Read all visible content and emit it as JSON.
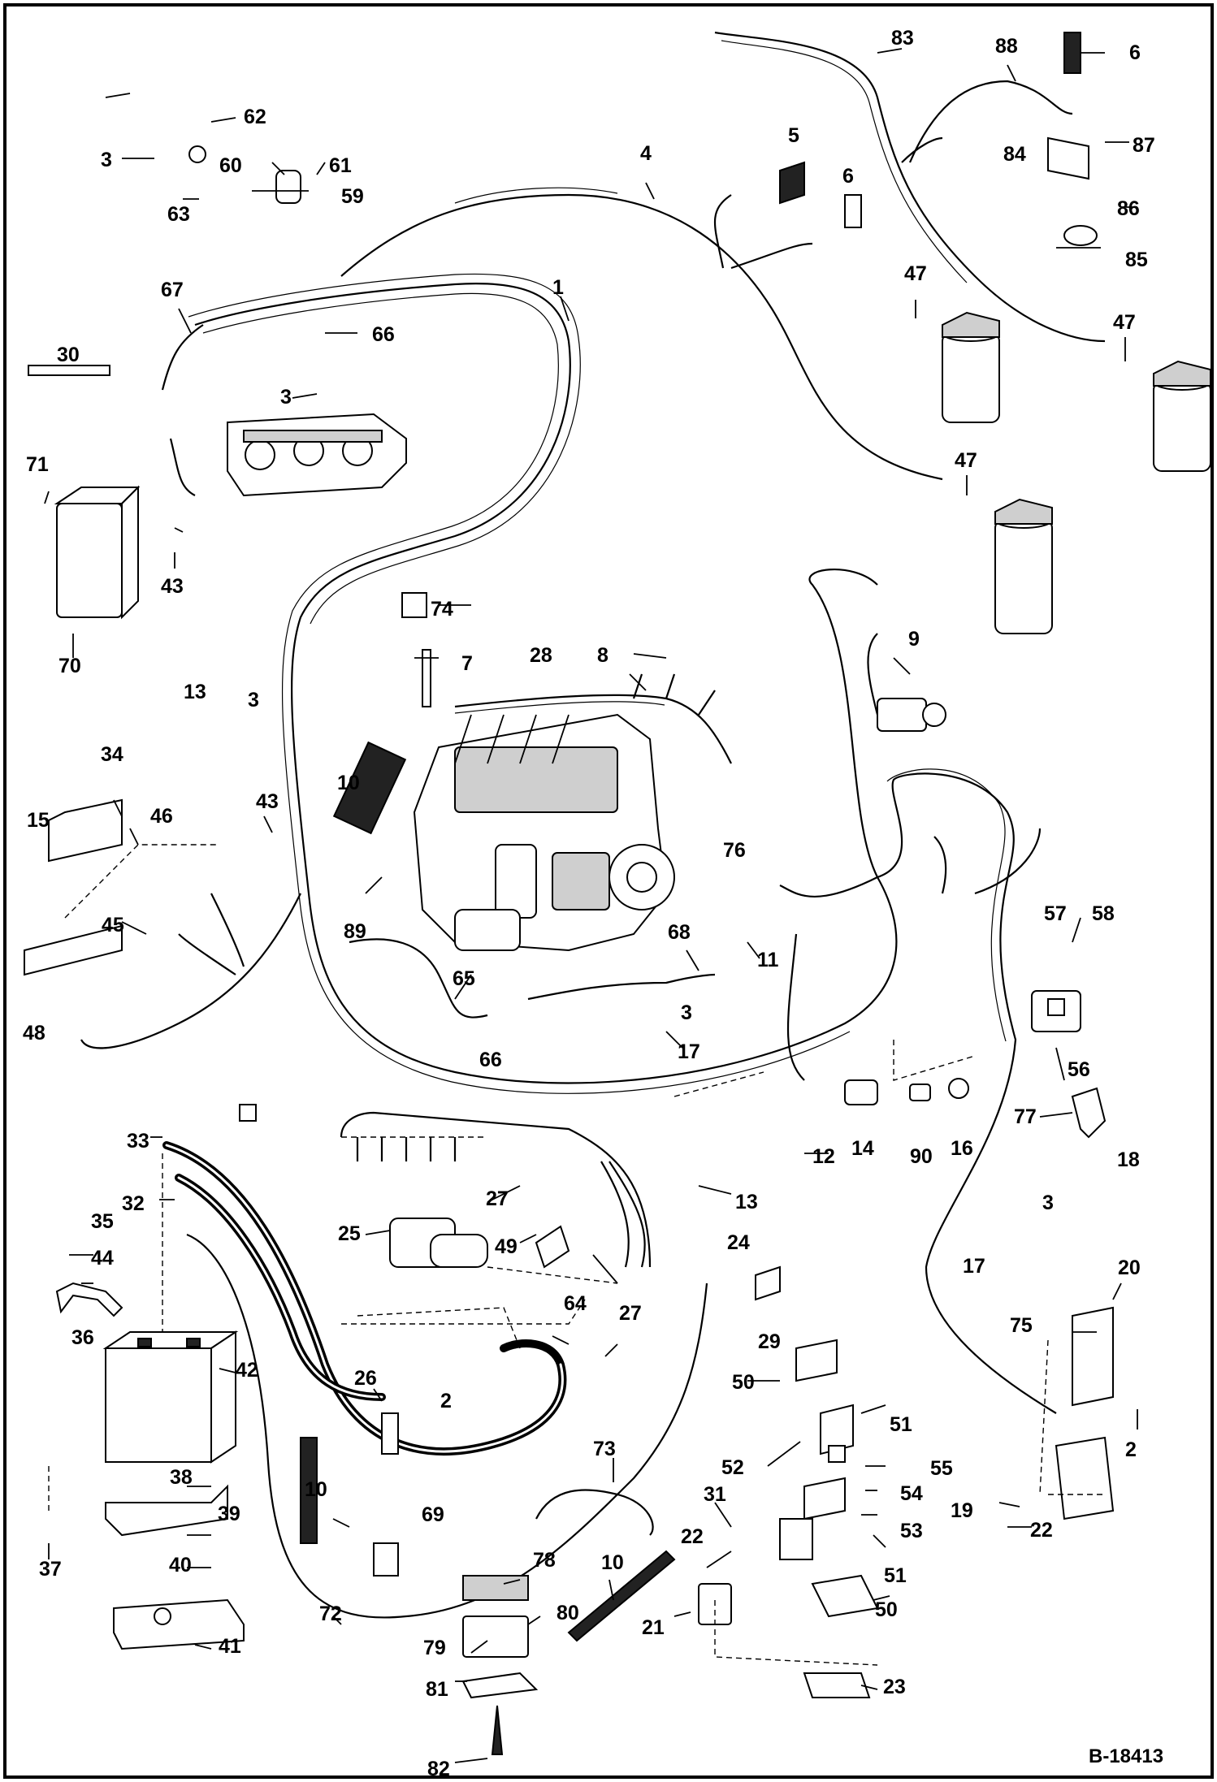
{
  "drawing": {
    "reference_number": "B-18413"
  },
  "callouts": [
    {
      "id": "c1",
      "label": "1"
    },
    {
      "id": "c2a",
      "label": "2"
    },
    {
      "id": "c2b",
      "label": "2"
    },
    {
      "id": "c3a",
      "label": "3"
    },
    {
      "id": "c3b",
      "label": "3"
    },
    {
      "id": "c3c",
      "label": "3"
    },
    {
      "id": "c3d",
      "label": "3"
    },
    {
      "id": "c3e",
      "label": "3"
    },
    {
      "id": "c4",
      "label": "4"
    },
    {
      "id": "c5",
      "label": "5"
    },
    {
      "id": "c6a",
      "label": "6"
    },
    {
      "id": "c6b",
      "label": "6"
    },
    {
      "id": "c7",
      "label": "7"
    },
    {
      "id": "c8",
      "label": "8"
    },
    {
      "id": "c9",
      "label": "9"
    },
    {
      "id": "c10a",
      "label": "10"
    },
    {
      "id": "c10b",
      "label": "10"
    },
    {
      "id": "c10c",
      "label": "10"
    },
    {
      "id": "c11",
      "label": "11"
    },
    {
      "id": "c12",
      "label": "12"
    },
    {
      "id": "c13a",
      "label": "13"
    },
    {
      "id": "c13b",
      "label": "13"
    },
    {
      "id": "c14",
      "label": "14"
    },
    {
      "id": "c15",
      "label": "15"
    },
    {
      "id": "c16",
      "label": "16"
    },
    {
      "id": "c17a",
      "label": "17"
    },
    {
      "id": "c17b",
      "label": "17"
    },
    {
      "id": "c18",
      "label": "18"
    },
    {
      "id": "c19",
      "label": "19"
    },
    {
      "id": "c20",
      "label": "20"
    },
    {
      "id": "c21",
      "label": "21"
    },
    {
      "id": "c22a",
      "label": "22"
    },
    {
      "id": "c22b",
      "label": "22"
    },
    {
      "id": "c23",
      "label": "23"
    },
    {
      "id": "c24",
      "label": "24"
    },
    {
      "id": "c25",
      "label": "25"
    },
    {
      "id": "c26",
      "label": "26"
    },
    {
      "id": "c27a",
      "label": "27"
    },
    {
      "id": "c27b",
      "label": "27"
    },
    {
      "id": "c28",
      "label": "28"
    },
    {
      "id": "c29",
      "label": "29"
    },
    {
      "id": "c30",
      "label": "30"
    },
    {
      "id": "c31",
      "label": "31"
    },
    {
      "id": "c32",
      "label": "32"
    },
    {
      "id": "c33",
      "label": "33"
    },
    {
      "id": "c34",
      "label": "34"
    },
    {
      "id": "c35",
      "label": "35"
    },
    {
      "id": "c36",
      "label": "36"
    },
    {
      "id": "c37",
      "label": "37"
    },
    {
      "id": "c38",
      "label": "38"
    },
    {
      "id": "c39",
      "label": "39"
    },
    {
      "id": "c40",
      "label": "40"
    },
    {
      "id": "c41",
      "label": "41"
    },
    {
      "id": "c42",
      "label": "42"
    },
    {
      "id": "c43a",
      "label": "43"
    },
    {
      "id": "c43b",
      "label": "43"
    },
    {
      "id": "c44",
      "label": "44"
    },
    {
      "id": "c45",
      "label": "45"
    },
    {
      "id": "c46",
      "label": "46"
    },
    {
      "id": "c47a",
      "label": "47"
    },
    {
      "id": "c47b",
      "label": "47"
    },
    {
      "id": "c47c",
      "label": "47"
    },
    {
      "id": "c48",
      "label": "48"
    },
    {
      "id": "c49",
      "label": "49"
    },
    {
      "id": "c50a",
      "label": "50"
    },
    {
      "id": "c50b",
      "label": "50"
    },
    {
      "id": "c51a",
      "label": "51"
    },
    {
      "id": "c51b",
      "label": "51"
    },
    {
      "id": "c52",
      "label": "52"
    },
    {
      "id": "c53",
      "label": "53"
    },
    {
      "id": "c54",
      "label": "54"
    },
    {
      "id": "c55",
      "label": "55"
    },
    {
      "id": "c56",
      "label": "56"
    },
    {
      "id": "c57",
      "label": "57"
    },
    {
      "id": "c58",
      "label": "58"
    },
    {
      "id": "c59",
      "label": "59"
    },
    {
      "id": "c60",
      "label": "60"
    },
    {
      "id": "c61",
      "label": "61"
    },
    {
      "id": "c62",
      "label": "62"
    },
    {
      "id": "c63",
      "label": "63"
    },
    {
      "id": "c64",
      "label": "64"
    },
    {
      "id": "c65",
      "label": "65"
    },
    {
      "id": "c66a",
      "label": "66"
    },
    {
      "id": "c66b",
      "label": "66"
    },
    {
      "id": "c67",
      "label": "67"
    },
    {
      "id": "c68",
      "label": "68"
    },
    {
      "id": "c69",
      "label": "69"
    },
    {
      "id": "c70",
      "label": "70"
    },
    {
      "id": "c71",
      "label": "71"
    },
    {
      "id": "c72",
      "label": "72"
    },
    {
      "id": "c73",
      "label": "73"
    },
    {
      "id": "c74",
      "label": "74"
    },
    {
      "id": "c75",
      "label": "75"
    },
    {
      "id": "c76",
      "label": "76"
    },
    {
      "id": "c77",
      "label": "77"
    },
    {
      "id": "c78",
      "label": "78"
    },
    {
      "id": "c79",
      "label": "79"
    },
    {
      "id": "c80",
      "label": "80"
    },
    {
      "id": "c81",
      "label": "81"
    },
    {
      "id": "c82",
      "label": "82"
    },
    {
      "id": "c83",
      "label": "83"
    },
    {
      "id": "c84",
      "label": "84"
    },
    {
      "id": "c85",
      "label": "85"
    },
    {
      "id": "c86",
      "label": "86"
    },
    {
      "id": "c87",
      "label": "87"
    },
    {
      "id": "c88",
      "label": "88"
    },
    {
      "id": "c89",
      "label": "89"
    },
    {
      "id": "c90",
      "label": "90"
    }
  ]
}
